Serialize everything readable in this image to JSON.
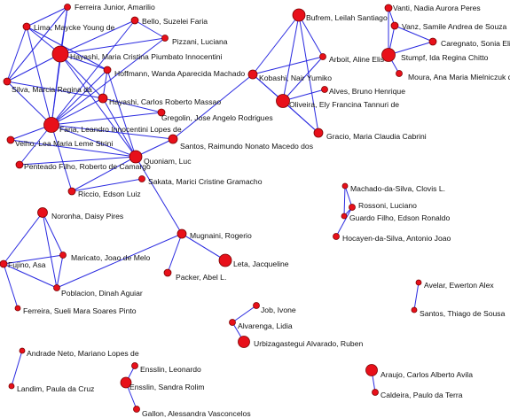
{
  "colors": {
    "edge": "#2a2ae0",
    "node": "#e8101a",
    "node_outline": "#7a0000",
    "label": "#111111",
    "background": "#ffffff"
  },
  "nodes": [
    {
      "id": "ferreira-junior",
      "label": "Ferreira Junior, Amarilio"
    },
    {
      "id": "lima",
      "label": "Lima, Maycke Young de"
    },
    {
      "id": "bello",
      "label": "Bello, Suzelei Faria"
    },
    {
      "id": "pizzani",
      "label": "Pizzani, Luciana"
    },
    {
      "id": "hayashi-mc",
      "label": "Hayashi, Maria Cristina Piumbato Innocentini"
    },
    {
      "id": "hoffmann",
      "label": "Hoffmann, Wanda Aparecida Machado"
    },
    {
      "id": "silva-mr",
      "label": "Silva, Marcia Regina da"
    },
    {
      "id": "hayashi-cr",
      "label": "Hayashi, Carlos Roberto Massao"
    },
    {
      "id": "gregolin",
      "label": "Gregolin, Jose Angelo Rodrigues"
    },
    {
      "id": "faria",
      "label": "Faria, Leandro Innocentini Lopes de"
    },
    {
      "id": "santos-rn",
      "label": "Santos, Raimundo Nonato Macedo dos"
    },
    {
      "id": "velho",
      "label": "Velho, Lea Maria Leme Strini"
    },
    {
      "id": "quoniam",
      "label": "Quoniam, Luc"
    },
    {
      "id": "penteado",
      "label": "Penteado Filho, Roberto de Camargo"
    },
    {
      "id": "sakata",
      "label": "Sakata, Marici Cristine Gramacho"
    },
    {
      "id": "riccio",
      "label": "Riccio, Edson Luiz"
    },
    {
      "id": "bufrem",
      "label": "Bufrem, Leilah Santiago"
    },
    {
      "id": "arboit",
      "label": "Arboit, Aline Elis"
    },
    {
      "id": "kobashi",
      "label": "Kobashi, Nair Yumiko"
    },
    {
      "id": "oliveira",
      "label": "Oliveira, Ely Francina Tannuri de"
    },
    {
      "id": "alves",
      "label": "Alves, Bruno Henrique"
    },
    {
      "id": "gracio",
      "label": "Gracio, Maria Claudia Cabrini"
    },
    {
      "id": "vanti",
      "label": "Vanti, Nadia Aurora Peres"
    },
    {
      "id": "vanz",
      "label": "Vanz, Samile Andrea de Souza"
    },
    {
      "id": "caregnato",
      "label": "Caregnato, Sonia Elisa"
    },
    {
      "id": "stumpf",
      "label": "Stumpf, Ida Regina Chitto"
    },
    {
      "id": "moura",
      "label": "Moura, Ana Maria Mielniczuk de"
    },
    {
      "id": "machado",
      "label": "Machado-da-Silva, Clovis L."
    },
    {
      "id": "rossoni",
      "label": "Rossoni, Luciano"
    },
    {
      "id": "guardo",
      "label": "Guardo Filho, Edson Ronaldo"
    },
    {
      "id": "hocayen",
      "label": "Hocayen-da-Silva, Antonio Joao"
    },
    {
      "id": "noronha",
      "label": "Noronha, Daisy Pires"
    },
    {
      "id": "mugnaini",
      "label": "Mugnaini, Rogerio"
    },
    {
      "id": "maricato",
      "label": "Maricato, Joao de Melo"
    },
    {
      "id": "fujino",
      "label": "Fujino, Asa"
    },
    {
      "id": "leta",
      "label": "Leta, Jacqueline"
    },
    {
      "id": "packer",
      "label": "Packer, Abel L."
    },
    {
      "id": "poblacion",
      "label": "Poblacion, Dinah Aguiar"
    },
    {
      "id": "ferreira-sm",
      "label": "Ferreira, Sueli Mara Soares Pinto"
    },
    {
      "id": "avelar",
      "label": "Avelar, Ewerton Alex"
    },
    {
      "id": "santos-ts",
      "label": "Santos, Thiago de Sousa"
    },
    {
      "id": "job",
      "label": "Job, Ivone"
    },
    {
      "id": "alvarenga",
      "label": "Alvarenga, Lidia"
    },
    {
      "id": "urbizagastegui",
      "label": "Urbizagastegui Alvarado, Ruben"
    },
    {
      "id": "andrade",
      "label": "Andrade Neto, Mariano Lopes de"
    },
    {
      "id": "ensslin-l",
      "label": "Ensslin, Leonardo"
    },
    {
      "id": "araujo",
      "label": "Araujo, Carlos Alberto Avila"
    },
    {
      "id": "ensslin-sr",
      "label": "Ensslin, Sandra Rolim"
    },
    {
      "id": "landim",
      "label": "Landim, Paula da Cruz"
    },
    {
      "id": "caldeira",
      "label": "Caldeira, Paulo da Terra"
    },
    {
      "id": "gallon",
      "label": "Gallon, Alessandra Vasconcelos"
    }
  ],
  "edges": [
    [
      "ferreira-junior",
      "lima"
    ],
    [
      "ferreira-junior",
      "hayashi-mc"
    ],
    [
      "ferreira-junior",
      "silva-mr"
    ],
    [
      "ferreira-junior",
      "faria"
    ],
    [
      "lima",
      "hayashi-mc"
    ],
    [
      "lima",
      "silva-mr"
    ],
    [
      "lima",
      "faria"
    ],
    [
      "lima",
      "hoffmann"
    ],
    [
      "bello",
      "hayashi-mc"
    ],
    [
      "bello",
      "faria"
    ],
    [
      "bello",
      "pizzani"
    ],
    [
      "pizzani",
      "hayashi-mc"
    ],
    [
      "pizzani",
      "faria"
    ],
    [
      "hayashi-mc",
      "silva-mr"
    ],
    [
      "hayashi-mc",
      "faria"
    ],
    [
      "hayashi-mc",
      "hayashi-cr"
    ],
    [
      "hayashi-mc",
      "hoffmann"
    ],
    [
      "hayashi-mc",
      "quoniam"
    ],
    [
      "hoffmann",
      "hayashi-cr"
    ],
    [
      "hoffmann",
      "faria"
    ],
    [
      "hoffmann",
      "quoniam"
    ],
    [
      "silva-mr",
      "faria"
    ],
    [
      "silva-mr",
      "hayashi-cr"
    ],
    [
      "hayashi-cr",
      "faria"
    ],
    [
      "hayashi-cr",
      "gregolin"
    ],
    [
      "hayashi-cr",
      "quoniam"
    ],
    [
      "gregolin",
      "faria"
    ],
    [
      "faria",
      "velho"
    ],
    [
      "faria",
      "quoniam"
    ],
    [
      "faria",
      "penteado"
    ],
    [
      "faria",
      "santos-rn"
    ],
    [
      "faria",
      "riccio"
    ],
    [
      "quoniam",
      "santos-rn"
    ],
    [
      "quoniam",
      "penteado"
    ],
    [
      "quoniam",
      "riccio"
    ],
    [
      "quoniam",
      "velho"
    ],
    [
      "quoniam",
      "mugnaini"
    ],
    [
      "santos-rn",
      "kobashi"
    ],
    [
      "sakata",
      "riccio"
    ],
    [
      "bufrem",
      "arboit"
    ],
    [
      "bufrem",
      "kobashi"
    ],
    [
      "bufrem",
      "oliveira"
    ],
    [
      "bufrem",
      "gracio"
    ],
    [
      "arboit",
      "kobashi"
    ],
    [
      "arboit",
      "oliveira"
    ],
    [
      "kobashi",
      "oliveira"
    ],
    [
      "kobashi",
      "gracio"
    ],
    [
      "oliveira",
      "alves"
    ],
    [
      "oliveira",
      "gracio"
    ],
    [
      "vanti",
      "vanz"
    ],
    [
      "vanti",
      "stumpf"
    ],
    [
      "vanz",
      "stumpf"
    ],
    [
      "vanz",
      "caregnato"
    ],
    [
      "caregnato",
      "stumpf"
    ],
    [
      "stumpf",
      "moura"
    ],
    [
      "machado",
      "rossoni"
    ],
    [
      "machado",
      "guardo"
    ],
    [
      "rossoni",
      "guardo"
    ],
    [
      "rossoni",
      "hocayen"
    ],
    [
      "noronha",
      "fujino"
    ],
    [
      "noronha",
      "maricato"
    ],
    [
      "noronha",
      "poblacion"
    ],
    [
      "fujino",
      "maricato"
    ],
    [
      "fujino",
      "poblacion"
    ],
    [
      "fujino",
      "ferreira-sm"
    ],
    [
      "maricato",
      "poblacion"
    ],
    [
      "poblacion",
      "mugnaini"
    ],
    [
      "mugnaini",
      "leta"
    ],
    [
      "mugnaini",
      "packer"
    ],
    [
      "mugnaini",
      "leta"
    ],
    [
      "avelar",
      "santos-ts"
    ],
    [
      "job",
      "alvarenga"
    ],
    [
      "alvarenga",
      "urbizagastegui"
    ],
    [
      "andrade",
      "landim"
    ],
    [
      "ensslin-l",
      "ensslin-sr"
    ],
    [
      "ensslin-sr",
      "gallon"
    ],
    [
      "araujo",
      "caldeira"
    ]
  ]
}
